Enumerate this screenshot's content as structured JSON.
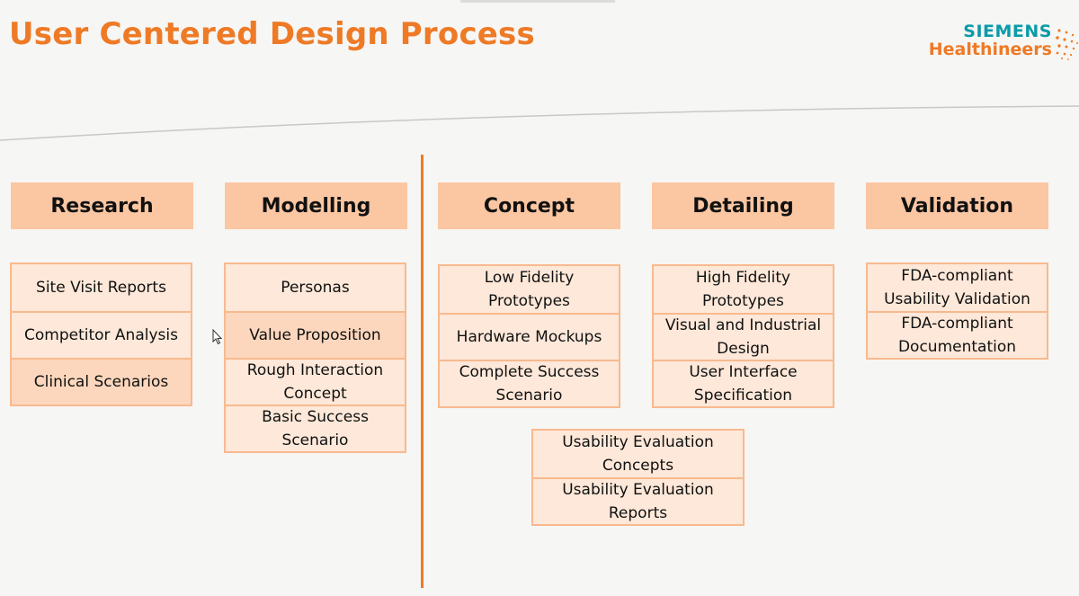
{
  "title": "User Centered Design Process",
  "logo": {
    "line1": "SIEMENS",
    "line2": "Healthineers"
  },
  "colors": {
    "accent": "#ee7a26",
    "brand_teal": "#0b9aa8",
    "phase_fill": "#fbc6a2",
    "item_fill": "#fde8d9",
    "item_border": "#f8b98e"
  },
  "phases": {
    "research": {
      "label": "Research",
      "items": [
        "Site Visit Reports",
        "Competitor Analysis",
        "Clinical Scenarios"
      ]
    },
    "modelling": {
      "label": "Modelling",
      "items": [
        "Personas",
        "Value Proposition",
        [
          "Rough Interaction",
          "Concept"
        ],
        [
          "Basic Success",
          "Scenario"
        ]
      ]
    },
    "concept": {
      "label": "Concept",
      "items": [
        [
          "Low Fidelity",
          "Prototypes"
        ],
        "Hardware Mockups",
        [
          "Complete Success",
          "Scenario"
        ]
      ]
    },
    "detailing": {
      "label": "Detailing",
      "items": [
        [
          "High Fidelity",
          "Prototypes"
        ],
        [
          "Visual and Industrial",
          "Design"
        ],
        [
          "User Interface",
          "Specification"
        ]
      ]
    },
    "validation": {
      "label": "Validation",
      "items": [
        [
          "FDA-compliant",
          "Usability Validation"
        ],
        [
          "FDA-compliant",
          "Documentation"
        ]
      ]
    }
  },
  "usability": {
    "items": [
      [
        "Usability Evaluation",
        "Concepts"
      ],
      [
        "Usability Evaluation",
        "Reports"
      ]
    ]
  },
  "icons": {
    "logo_mark": "dot-pattern-icon",
    "cursor": "mouse-cursor-icon"
  }
}
